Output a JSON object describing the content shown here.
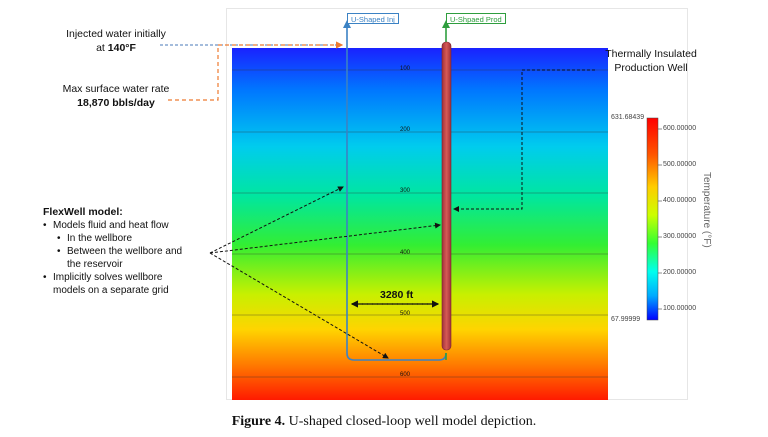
{
  "annotations": {
    "injected_line1": "Injected water initially",
    "injected_at": "at",
    "injected_temp": "140°F",
    "max_rate_line1": "Max surface water rate",
    "max_rate_value": "18,870 bbls/day",
    "insulated_line1": "Thermally Insulated",
    "insulated_line2": "Production Well"
  },
  "flexwell": {
    "title": "FlexWell model:",
    "items": [
      "Models fluid and heat flow",
      "In the wellbore",
      "Between the wellbore and",
      "the reservoir",
      "Implicitly solves wellbore",
      "models on a separate grid"
    ]
  },
  "wells": {
    "injector_label": "U-Shaped Inj",
    "producer_label": "U-Shpaed Prod",
    "injector_color": "#3b82c4",
    "producer_color": "#2e9e3e",
    "production_tube_color": "#c8484a"
  },
  "depth_labels": [
    "100",
    "200",
    "300",
    "400",
    "500",
    "600"
  ],
  "spacing_label": "3280 ft",
  "colorbar": {
    "title": "Temperature (°F)",
    "max_label": "631.68439",
    "min_label": "67.99999",
    "ticks": [
      "600.00000",
      "500.00000",
      "400.00000",
      "300.00000",
      "200.00000",
      "100.00000"
    ],
    "colors": [
      "#0000ff",
      "#00aaff",
      "#00ffee",
      "#33ff33",
      "#ccff00",
      "#ffcc00",
      "#ff5500",
      "#ff0000"
    ]
  },
  "caption": {
    "label": "Figure 4.",
    "text": "U-shaped closed-loop well model depiction."
  }
}
